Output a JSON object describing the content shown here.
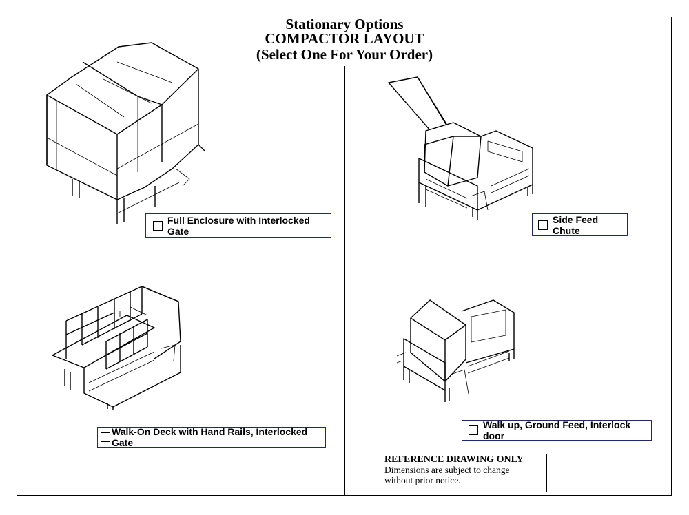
{
  "header": {
    "line1": "Stationary Options",
    "line2": "COMPACTOR LAYOUT",
    "line3": "(Select One For Your Order)"
  },
  "options": [
    {
      "label": "Full Enclosure with Interlocked Gate"
    },
    {
      "label": "Side Feed Chute"
    },
    {
      "label": "Walk-On Deck with Hand Rails, Interlocked Gate"
    },
    {
      "label": "Walk up, Ground Feed, Interlock door"
    }
  ],
  "reference": {
    "heading": "REFERENCE DRAWING ONLY",
    "line1": "Dimensions are subject to change",
    "line2": "without prior notice."
  }
}
